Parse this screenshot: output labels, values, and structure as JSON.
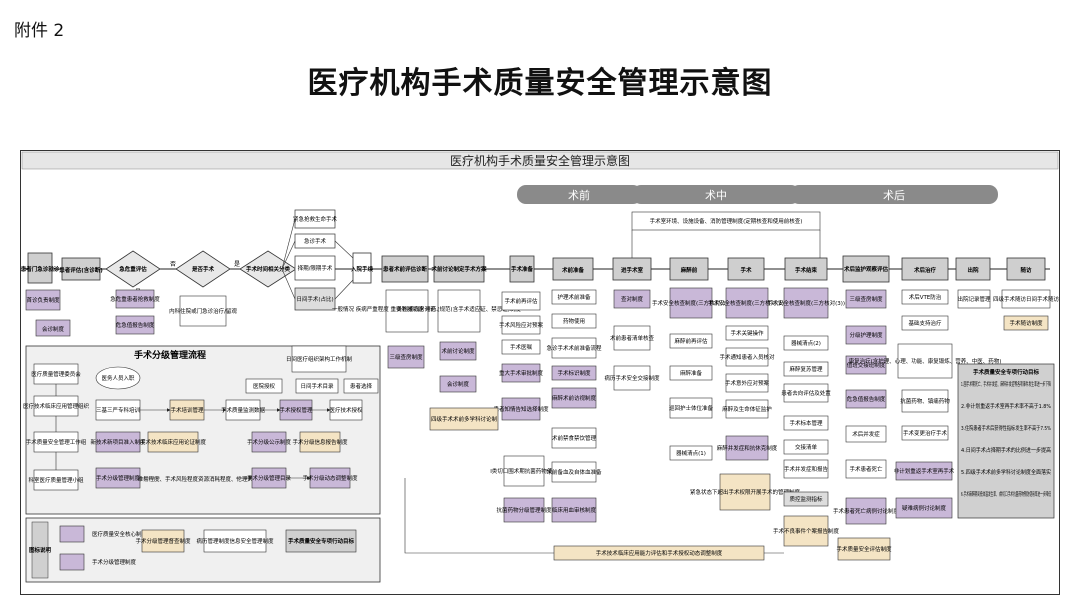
{
  "attachment_label": "附件 2",
  "page_title": "医疗机构手术质量安全管理示意图",
  "diagram": {
    "header": "医疗机构手术质量安全管理示意图",
    "phases": [
      "术前",
      "术中",
      "术后"
    ],
    "main_flow": [
      "患者门急诊就诊",
      "患者评估(含诊断)",
      "急危重评估",
      "是否手术",
      "手术时间相关分类",
      "入院手续",
      "患者术前评估诊断",
      "术前讨论制定手术方案",
      "手术准备",
      "术前准备",
      "进手术室",
      "麻醉前",
      "手术",
      "手术结束",
      "术后监护观察评估",
      "术后治疗",
      "出院",
      "随访"
    ],
    "branch_labels": {
      "no": "否",
      "yes": "是"
    },
    "urgency": [
      "紧急抢救生命手术",
      "急诊手术",
      "择期/限期手术",
      "日间手术(占比)"
    ],
    "early_notes": [
      "首诊负责制度",
      "会诊制度",
      "急危重患者抢救制度",
      "危急值报告制度",
      "内科住院或门急诊治疗/留观"
    ],
    "preop_eval": [
      "一般情况\n疾病严重程度\n重要脏器功能\n用药、凝血\n心理、营养",
      "三级查房制度"
    ],
    "preop_discussion": [
      "外科或病房讨论\n(规范(含手术适应证、禁忌证)制度",
      "术前讨论制度",
      "会诊制度"
    ],
    "surgery_prep": [
      "手术前再评估",
      "手术风险应对预案",
      "手术医嘱",
      "重大手术审批制度",
      "患者知情告知选择制度"
    ],
    "preop_prep": [
      "护理术前准备",
      "药物使用",
      "急诊手术术前准备流程",
      "手术标识制度",
      "麻醉术前访视制度",
      "术前禁食禁饮管理",
      "I类切口围术期抗菌药物使用",
      "术前备血及自体血准备",
      "抗菌药物分级管理制度",
      "临床用血审核制度"
    ],
    "enter_or": [
      "手术室环境、设施设备、消防管理制度(定期核查和使用前核查)",
      "查对制度",
      "术前患者清单核查",
      "病历手术安全交接制度"
    ],
    "anesthesia": [
      "手术安全核查制度(三方核对(1))",
      "麻醉前再评估",
      "麻醉准备",
      "巡回护士体位准备",
      "器械清点(1)",
      "手术安全核查制度(三方核对(2))"
    ],
    "surgery": [
      "手术安全核查制度(三方核对(2))",
      "手术关键操作",
      "手术通知患者入员核对",
      "手术意外应对预案",
      "麻醉及生命体征监护",
      "麻醉并发症和抗休克制度",
      "紧急状态下超出手术权限开展手术的管理制度"
    ],
    "surgery_end": [
      "手术安全核查制度(三方核对(3))",
      "器械清点(2)",
      "麻醉复苏管理",
      "患者去向评估及处置",
      "手术标本管理",
      "交接清单",
      "手术并发症和报告",
      "质控监测指标",
      "手术不良事件个案报告制度",
      "手术质量安全评估制度"
    ],
    "postop_monitor": [
      "三级查房制度",
      "分级护理制度",
      "值班交接班制度",
      "危急值报告制度",
      "术后并发症",
      "手术患者死亡",
      "手术患者死亡病例讨论制度"
    ],
    "postop_treatment": [
      "术后VTE防治",
      "基础支持治疗",
      "康复治疗(含护理、心理、功能、康复锻炼、营养、中医、药物)",
      "抗菌药物、镇痛药物",
      "手术变更治疗手术",
      "非计划重返手术室再手术",
      "疑难病例讨论制度"
    ],
    "discharge": [
      "出院记录管理"
    ],
    "followup": [
      "四级手术随访日间手术随访",
      "手术随访制度"
    ],
    "goal_box": {
      "title": "手术质量安全专项行动目标",
      "items": [
        "1.围手术期死亡、手术并发症、麻醉并发症等各项事件发生率进一步下降",
        "2.非计划重返手术室再手术率不高于1.8%",
        "3.住院患者手术后获得性指标发生率不高于7.5%",
        "4.日间手术占择期手术的比例进一步提高",
        "5.四级手术术前多学科讨论制度全面落实",
        "6.手术麻醉期间低体温发生率、I类切口手术抗菌药物预防使用率进一步降低"
      ]
    },
    "graded_flow": {
      "title": "手术分级管理流程",
      "nodes": [
        "医疗质量管理委员会",
        "医疗技术临床应用管理组织",
        "手术质量安全管理工作组",
        "科室医疗质量管理小组",
        "医务人员入职",
        "三基三严专科培训",
        "手术培训管理",
        "手术质量监测数据",
        "手术授权管理",
        "医疗技术授权",
        "新技术新项目准入制度",
        "手术技术临床应用论证制度",
        "手术分级管理制度",
        "难易程度、手术风险程度资源消耗程度、伦理风险",
        "手术分级公示制度",
        "手术分级信息报告制度",
        "手术分级管理目录",
        "手术分级动态调整制度",
        "日间医疗组织架构工作机制",
        "医院授权",
        "日间手术目录",
        "患者选择",
        "四级手术术前多学科讨论制",
        "手术技术临床应用能力评估和手术授权动态调整制度"
      ]
    },
    "legend": {
      "title": "图标说明",
      "items": [
        "医疗质量安全核心制度",
        "手术分级管理制度",
        "手术分级管理督查制度",
        "病历管理制度信息安全管理制度",
        "手术质量安全专项行动目标"
      ]
    }
  }
}
